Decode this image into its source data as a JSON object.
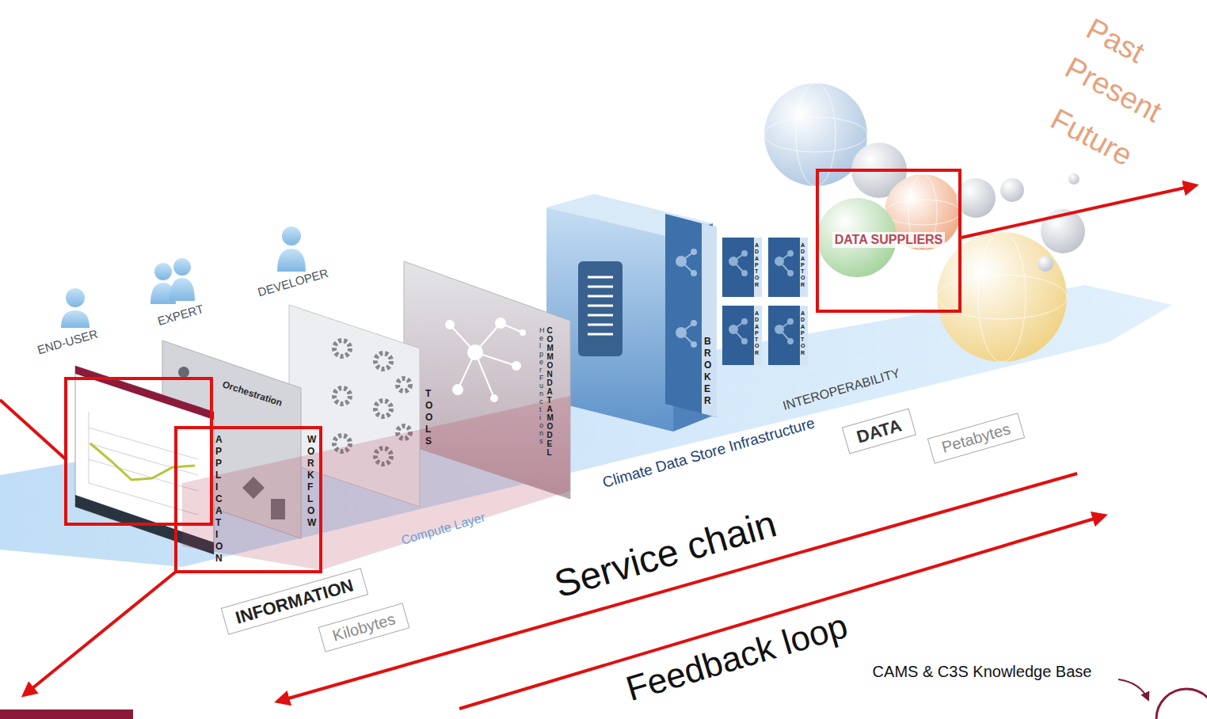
{
  "diagram": {
    "nodes": [
      {
        "text": [
          "APPLICATION"
        ]
      },
      {
        "text": [
          "WORKFLOW"
        ]
      },
      {
        "text": [
          "TOOLS"
        ]
      },
      {
        "text": [
          "Helper Functions",
          "COMMON DATA MODEL"
        ]
      },
      {
        "text": [
          "BROKER"
        ]
      },
      {
        "text": [
          "ADAPTOR"
        ]
      },
      {
        "text": [
          "ADAPTOR"
        ]
      },
      {
        "text": [
          "ADAPTOR"
        ]
      },
      {
        "text": [
          "ADAPTOR"
        ]
      },
      {
        "text": [
          "INFORMATION"
        ]
      },
      {
        "text": [
          "Kilobytes"
        ]
      },
      {
        "text": [
          "DATA"
        ]
      },
      {
        "text": [
          "Petabytes"
        ]
      },
      {
        "text": [
          "DATA SUPPLIERS"
        ]
      }
    ],
    "labels": [
      "Past",
      "Present",
      "Future",
      "END-USER",
      "EXPERT",
      "DEVELOPER",
      "Orchestration",
      "INTEROPERABILITY",
      "Climate Data Store Infrastructure",
      "Compute Layer",
      "Service chain",
      "Feedback loop",
      "CAMS & C3S Knowledge Base"
    ]
  }
}
